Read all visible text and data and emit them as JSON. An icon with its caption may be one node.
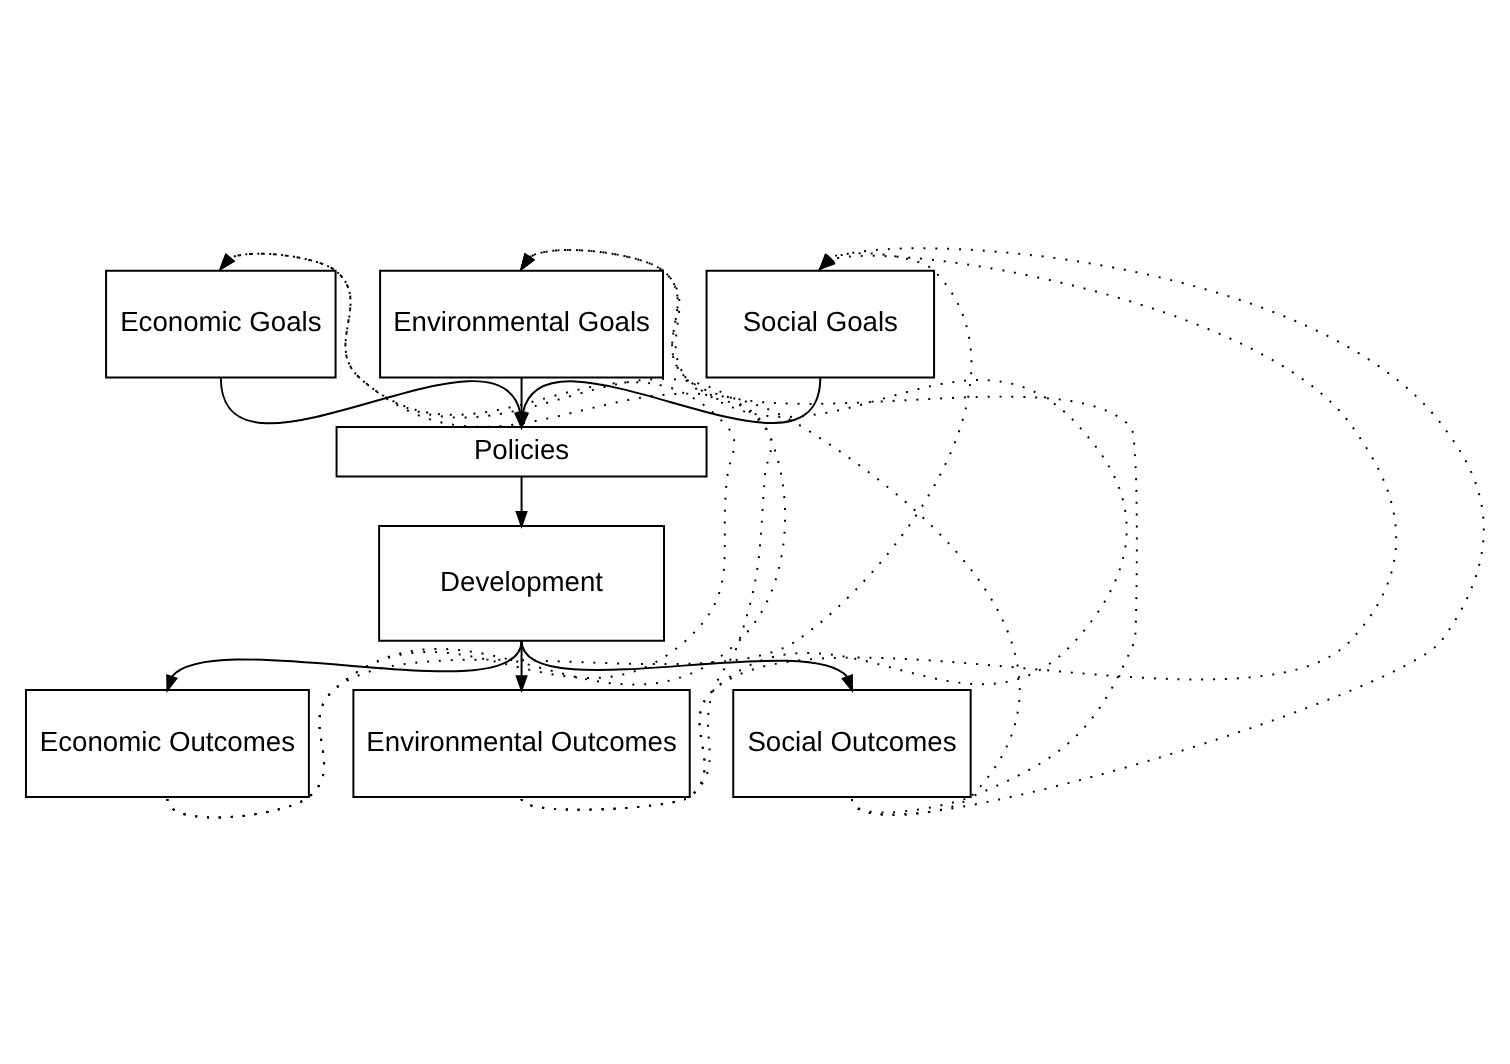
{
  "diagram": {
    "nodes": [
      {
        "text": [
          "Economic Goals"
        ]
      },
      {
        "text": [
          "Environmental Goals"
        ]
      },
      {
        "text": [
          "Social Goals"
        ]
      },
      {
        "text": [
          "Policies"
        ]
      },
      {
        "text": [
          "Development"
        ]
      },
      {
        "text": [
          "Economic Outcomes"
        ]
      },
      {
        "text": [
          "Environmental Outcomes"
        ]
      },
      {
        "text": [
          "Social Outcomes"
        ]
      }
    ],
    "edges": [
      {
        "from": 0,
        "to": 3,
        "arrow": "to"
      },
      {
        "from": 1,
        "to": 3,
        "arrow": "to"
      },
      {
        "from": 2,
        "to": 3,
        "arrow": "to"
      },
      {
        "from": 3,
        "to": 4,
        "arrow": "to"
      },
      {
        "from": 4,
        "to": 5,
        "arrow": "to"
      },
      {
        "from": 4,
        "to": 6,
        "arrow": "to"
      },
      {
        "from": 4,
        "to": 7,
        "arrow": "to"
      },
      {
        "from": 5,
        "to": 0,
        "arrow": "to",
        "style": "dashed"
      },
      {
        "from": 5,
        "to": 1,
        "arrow": "to",
        "style": "dashed"
      },
      {
        "from": 5,
        "to": 2,
        "arrow": "to",
        "style": "dashed"
      },
      {
        "from": 6,
        "to": 0,
        "arrow": "to",
        "style": "dashed"
      },
      {
        "from": 6,
        "to": 1,
        "arrow": "to",
        "style": "dashed"
      },
      {
        "from": 6,
        "to": 2,
        "arrow": "to",
        "style": "dashed"
      },
      {
        "from": 7,
        "to": 0,
        "arrow": "to",
        "style": "dashed"
      },
      {
        "from": 7,
        "to": 1,
        "arrow": "to",
        "style": "dashed"
      },
      {
        "from": 7,
        "to": 2,
        "arrow": "to",
        "style": "dashed"
      }
    ]
  }
}
